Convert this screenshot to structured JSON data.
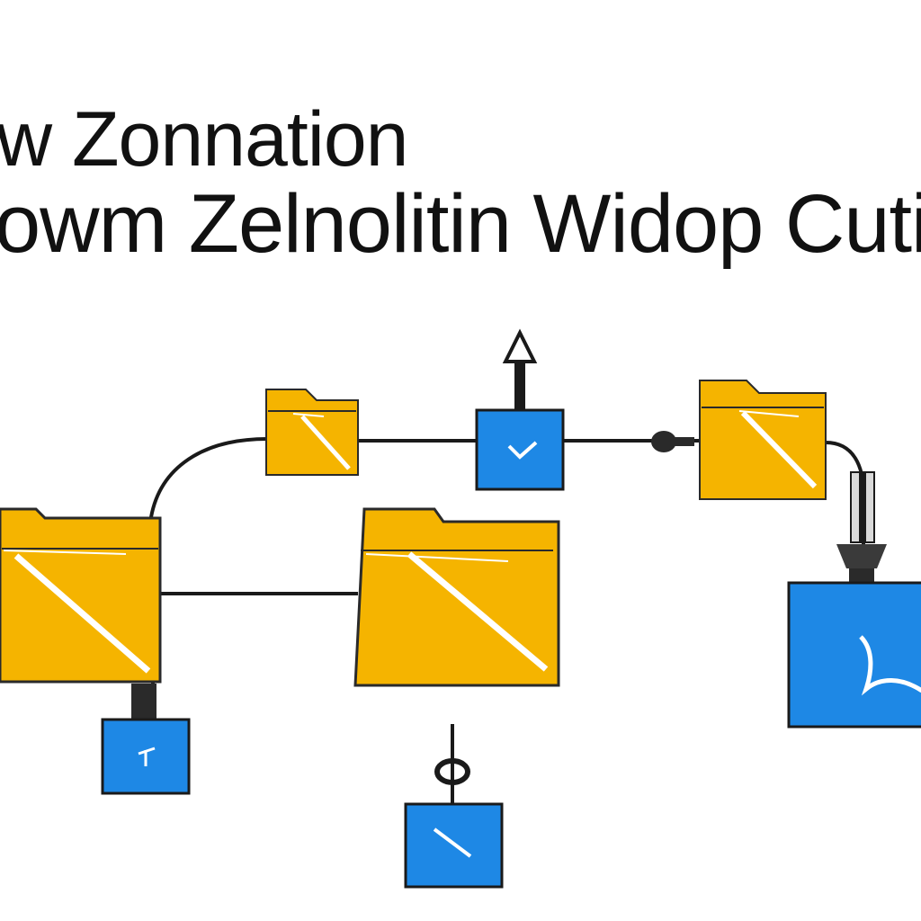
{
  "title": {
    "line1": "w Zonnation",
    "line2_prefix": "owm",
    "line2_main": " Zelnolitin Widop Cuti"
  },
  "colors": {
    "folder": "#f5b400",
    "folder_tab": "#f0a800",
    "folder_stroke": "#2a2a2a",
    "box": "#1e88e5",
    "box_stroke": "#1a1a1a",
    "line": "#1a1a1a",
    "mark": "#ffffff"
  },
  "icons": {
    "folder": "folder-icon",
    "box": "blue-window-icon",
    "arrow": "up-arrow-icon",
    "connector": "plug-connector-icon"
  }
}
